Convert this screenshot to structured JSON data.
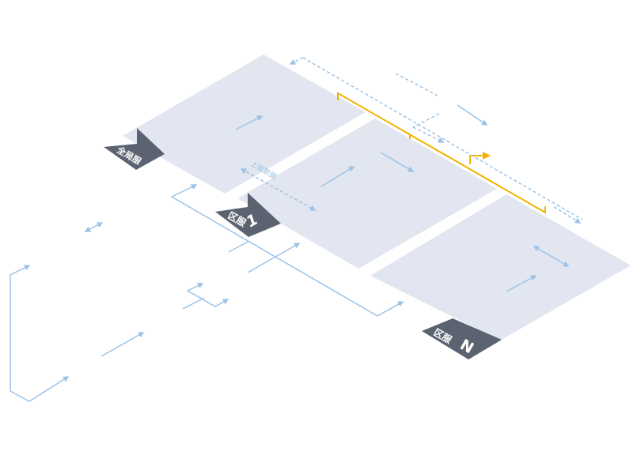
{
  "colors": {
    "panel_fill": "#e1e6f0",
    "tag_fill": "#5c6370",
    "tag_shadow": "#3e4450",
    "arrow_blue": "#9cc3e6",
    "accent_orange": "#f0b400"
  },
  "diagram": {
    "panels": [
      {
        "id": "global",
        "tag_label": "全局服",
        "tag_number": ""
      },
      {
        "id": "zone-1",
        "tag_label": "区服",
        "tag_number": "1"
      },
      {
        "id": "zone-n",
        "tag_label": "区服",
        "tag_number": "N"
      }
    ],
    "connector_label": "上报数据"
  }
}
